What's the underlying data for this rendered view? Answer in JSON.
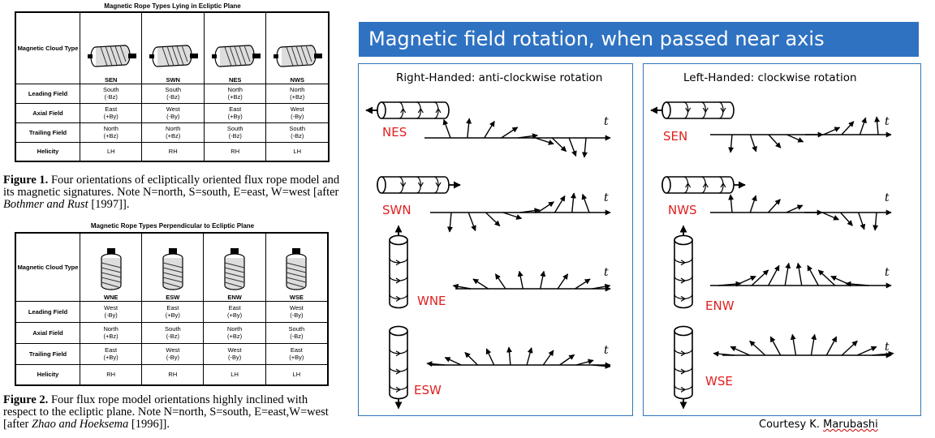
{
  "table1": {
    "title": "Magnetic Rope Types Lying in Ecliptic Plane",
    "header": "Magnetic Cloud Type",
    "types": [
      "SEN",
      "SWN",
      "NES",
      "NWS"
    ],
    "rows": [
      {
        "label": "Leading Field",
        "cells": [
          "South (-Bz)",
          "South (-Bz)",
          "North (+Bz)",
          "North (+Bz)"
        ]
      },
      {
        "label": "Axial Field",
        "cells": [
          "East (+By)",
          "West (-By)",
          "East (+By)",
          "West (-By)"
        ]
      },
      {
        "label": "Trailing Field",
        "cells": [
          "North (+Bz)",
          "North (+Bz)",
          "South (-Bz)",
          "South (-Bz)"
        ]
      },
      {
        "label": "Helicity",
        "cells": [
          "LH",
          "RH",
          "RH",
          "LH"
        ]
      }
    ]
  },
  "caption1": {
    "label": "Figure 1.",
    "text": " Four orientations of ecliptically oriented flux rope model and its magnetic signatures. Note N=north, S=south, E=east, W=west [after ",
    "cite": "Bothmer and Rust",
    "end": " [1997]]."
  },
  "table2": {
    "title": "Magnetic Rope Types Perpendicular to Ecliptic Plane",
    "header": "Magnetic Cloud Type",
    "types": [
      "WNE",
      "ESW",
      "ENW",
      "WSE"
    ],
    "rows": [
      {
        "label": "Leading Field",
        "cells": [
          "West (-By)",
          "East (+By)",
          "East (+By)",
          "West (-By)"
        ]
      },
      {
        "label": "Axial Field",
        "cells": [
          "North (+Bz)",
          "South (-Bz)",
          "North (+Bz)",
          "South (-Bz)"
        ]
      },
      {
        "label": "Trailing Field",
        "cells": [
          "East (+By)",
          "West (-By)",
          "West (-By)",
          "East (+By)"
        ]
      },
      {
        "label": "Helicity",
        "cells": [
          "RH",
          "RH",
          "LH",
          "LH"
        ]
      }
    ]
  },
  "caption2": {
    "label": "Figure 2.",
    "text": " Four flux rope model orientations highly inclined with respect to the ecliptic plane. Note N=north, S=south, E=east,W=west [after ",
    "cite": "Zhao and Hoeksema",
    "end": " [1996]]."
  },
  "banner": "Magnetic field rotation, when passed near axis",
  "panels": {
    "right": {
      "title": "Right-Handed: anti-clockwise rotation",
      "labels": [
        "NES",
        "SWN",
        "WNE",
        "ESW"
      ]
    },
    "left": {
      "title": "Left-Handed: clockwise rotation",
      "labels": [
        "SEN",
        "NWS",
        "ENW",
        "WSE"
      ]
    }
  },
  "time_label": "t",
  "credit": {
    "prefix": "Courtesy K. ",
    "name": "Marubashi"
  },
  "colors": {
    "banner": "#2f72c2",
    "panel_border": "#2e75b6",
    "type_label": "#e02020"
  }
}
